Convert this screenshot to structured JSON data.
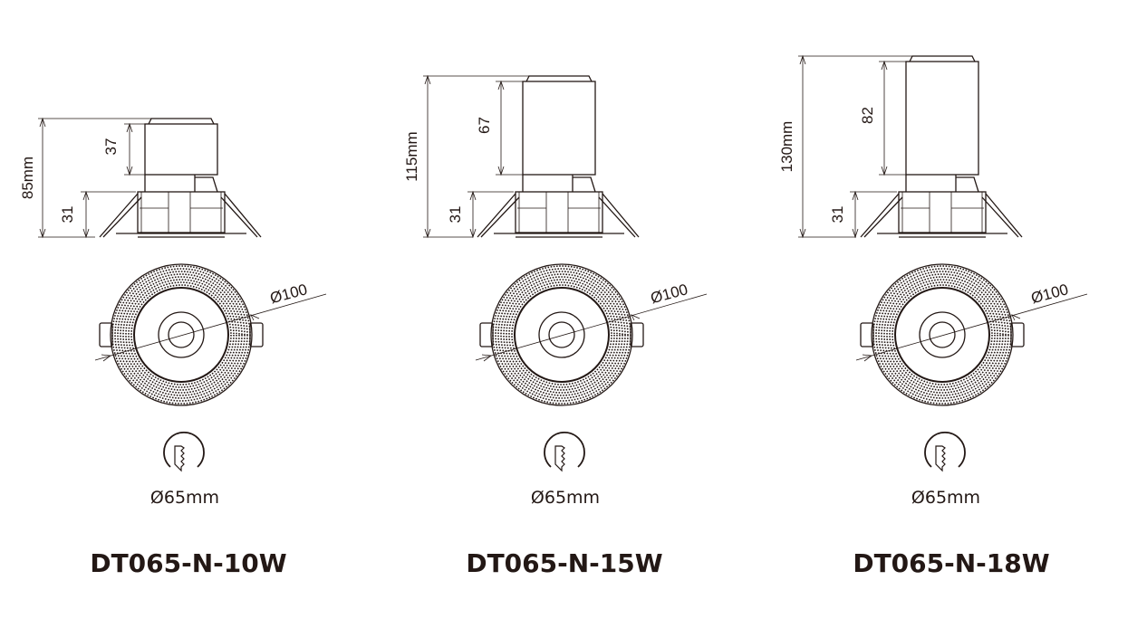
{
  "products": [
    {
      "model": "DT065-N-10W",
      "total_height": "85mm",
      "body_height": "37",
      "trim_height": "31",
      "flange_diameter": "Ø100",
      "cutout": "Ø65mm"
    },
    {
      "model": "DT065-N-15W",
      "total_height": "115mm",
      "body_height": "67",
      "trim_height": "31",
      "flange_diameter": "Ø100",
      "cutout": "Ø65mm"
    },
    {
      "model": "DT065-N-18W",
      "total_height": "130mm",
      "body_height": "82",
      "trim_height": "31",
      "flange_diameter": "Ø100",
      "cutout": "Ø65mm"
    }
  ],
  "colors": {
    "line": "#231815",
    "background": "#ffffff"
  }
}
